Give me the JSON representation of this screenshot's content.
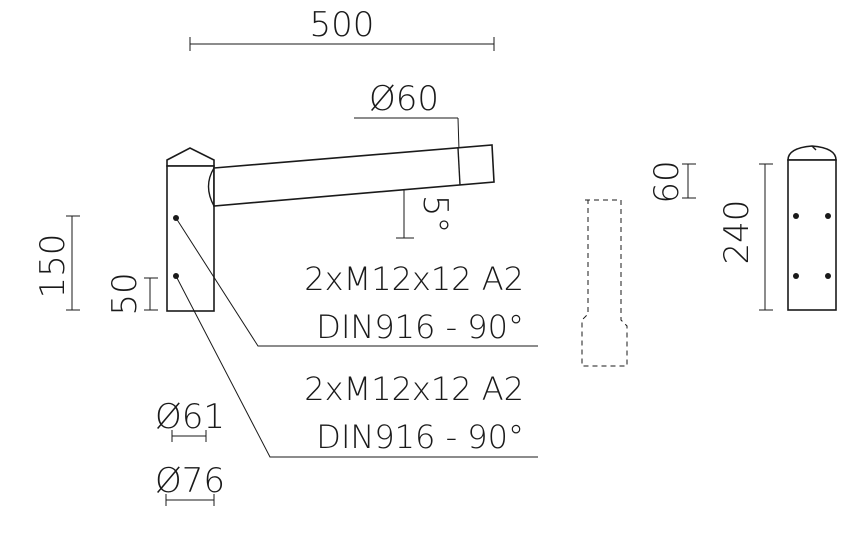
{
  "dimensions": {
    "width_top": "500",
    "tube_diameter": "Ø60",
    "angle": "5°",
    "height_150": "150",
    "spacing_50": "50",
    "inner_diameter": "Ø61",
    "outer_diameter": "Ø76",
    "height_60": "60",
    "height_240": "240"
  },
  "notes": {
    "bolt_top": {
      "line1": "2xM12x12 A2",
      "line2": "DIN916 - 90°"
    },
    "bolt_bottom": {
      "line1": "2xM12x12 A2",
      "line2": "DIN916 - 90°"
    }
  },
  "colors": {
    "line": "#1a1a1a",
    "background": "#ffffff"
  }
}
